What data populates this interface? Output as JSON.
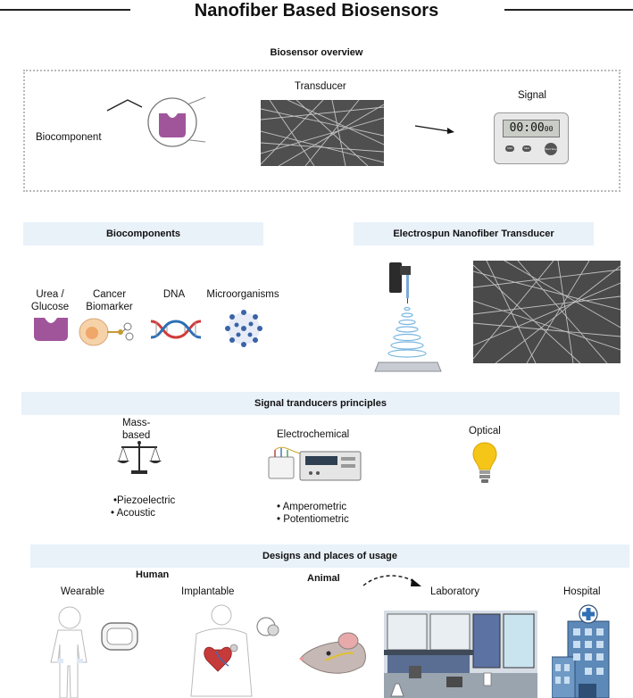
{
  "header": {
    "title": "Nanofiber Based Biosensors"
  },
  "overview": {
    "heading": "Biosensor overview",
    "biocomponent_label": "Biocomponent",
    "transducer_label": "Transducer",
    "signal_label": "Signal",
    "timer": {
      "display": "00:00",
      "display_small": "00",
      "buttons": [
        "MIN",
        "SEC",
        "Start Stop"
      ]
    }
  },
  "biocomponents": {
    "heading": "Biocomponents",
    "items": [
      "Urea / Glucose",
      "Cancer Biomarker",
      "DNA",
      "Microorganisms"
    ]
  },
  "transducer_section": {
    "heading": "Electrospun Nanofiber Transducer"
  },
  "principles": {
    "heading": "Signal tranducers principles",
    "mass_label": "Mass-based",
    "mass_items": [
      "•Piezoelectric",
      "• Acoustic"
    ],
    "electro_label": "Electrochemical",
    "electro_items": [
      "• Amperometric",
      "• Potentiometric"
    ],
    "optical_label": "Optical"
  },
  "usage": {
    "heading": "Designs and places of usage",
    "human_label": "Human",
    "animal_label": "Animal",
    "wearable_label": "Wearable",
    "implantable_label": "Implantable",
    "laboratory_label": "Laboratory",
    "hospital_label": "Hospital"
  },
  "colors": {
    "band": "#e9f1f9",
    "receptor": "#a0559b",
    "fiber": "#5a5a5a",
    "bulb": "#f5c518"
  }
}
